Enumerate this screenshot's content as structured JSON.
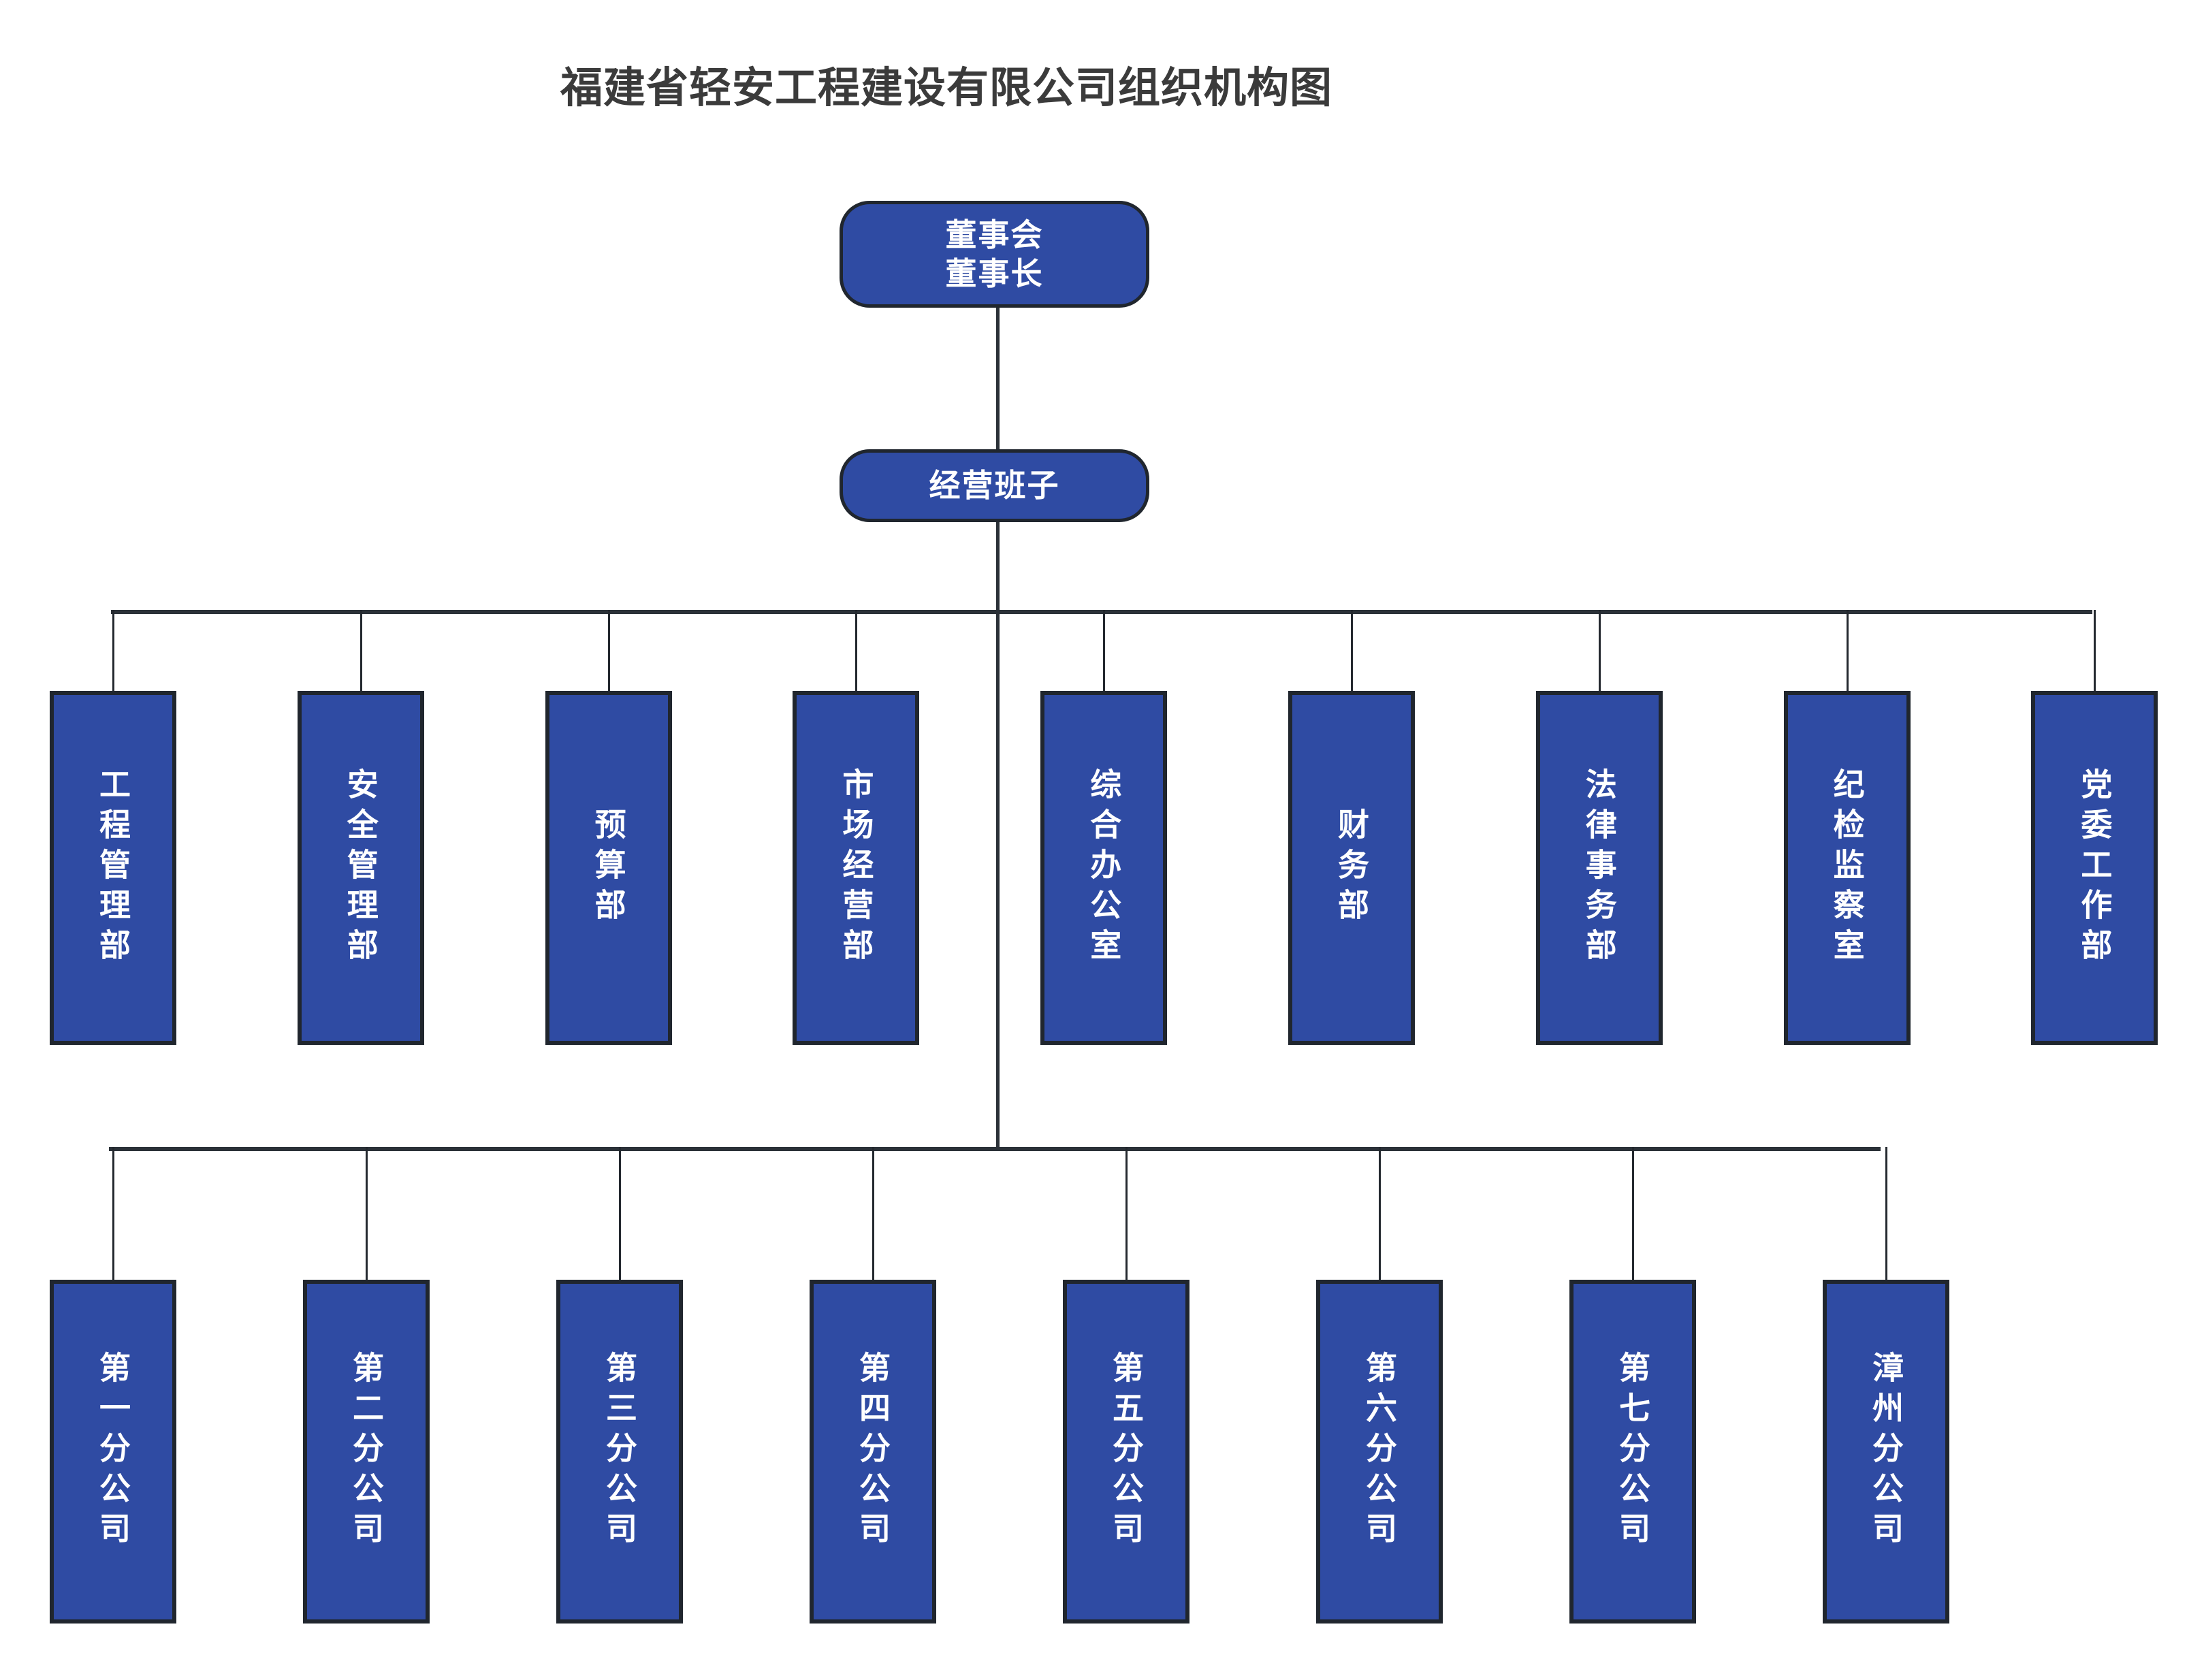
{
  "title": "福建省轻安工程建设有限公司组织机构图",
  "colors": {
    "node_fill": "#2f4ba3",
    "node_border": "#20262e",
    "node_text": "#ffffff",
    "title_text": "#3b3b3b",
    "connector": "#2b3138",
    "background": "#ffffff"
  },
  "chart_data": {
    "type": "diagram",
    "diagram_type": "organization-chart",
    "title": "福建省轻安工程建设有限公司组织机构图",
    "orientation": "top-down",
    "nodes": [
      {
        "id": "board",
        "label": "董事会\n董事长",
        "level": 0,
        "shape": "rounded-rect",
        "text_direction": "horizontal"
      },
      {
        "id": "management",
        "label": "经营班子",
        "level": 1,
        "shape": "rounded-rect",
        "text_direction": "horizontal"
      }
    ],
    "edges": [
      {
        "from": "board",
        "to": "management"
      },
      {
        "from": "management",
        "to": "departments"
      },
      {
        "from": "management",
        "to": "branches"
      }
    ]
  },
  "root": {
    "label": "董事会\n董事长"
  },
  "management": {
    "label": "经营班子"
  },
  "departments": [
    {
      "label": "工程管理部"
    },
    {
      "label": "安全管理部"
    },
    {
      "label": "预算部"
    },
    {
      "label": "市场经营部"
    },
    {
      "label": "综合办公室"
    },
    {
      "label": "财务部"
    },
    {
      "label": "法律事务部"
    },
    {
      "label": "纪检监察室"
    },
    {
      "label": "党委工作部"
    }
  ],
  "branches": [
    {
      "label": "第一分公司"
    },
    {
      "label": "第二分公司"
    },
    {
      "label": "第三分公司"
    },
    {
      "label": "第四分公司"
    },
    {
      "label": "第五分公司"
    },
    {
      "label": "第六分公司"
    },
    {
      "label": "第七分公司"
    },
    {
      "label": "漳州分公司"
    }
  ]
}
